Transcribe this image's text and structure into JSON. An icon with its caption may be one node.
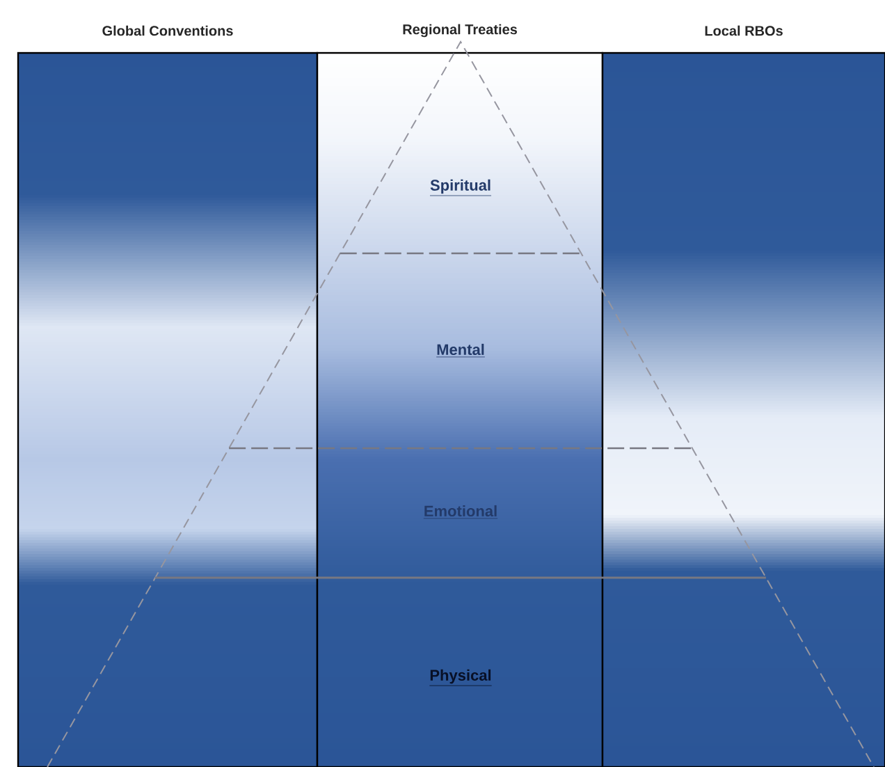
{
  "diagram": {
    "nodes": [
      {
        "text": [
          "Global Conventions"
        ]
      },
      {
        "text": [
          "Regional Treaties"
        ]
      },
      {
        "text": [
          "Local RBOs"
        ]
      },
      {
        "text": [
          "Spiritual"
        ],
        "in": 1
      },
      {
        "text": [
          "Mental"
        ],
        "in": 1
      },
      {
        "text": [
          "Emotional"
        ],
        "in": 1
      },
      {
        "text": [
          "Physical"
        ],
        "in": 1
      }
    ]
  }
}
